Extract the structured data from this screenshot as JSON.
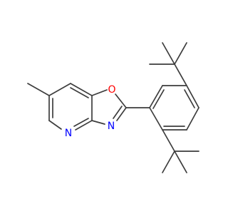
{
  "molecule": {
    "atoms": [
      {
        "id": "O",
        "label": "O",
        "color": "#ff0000"
      },
      {
        "id": "N_oxazole",
        "label": "N",
        "color": "#0000ff"
      },
      {
        "id": "N_pyridine",
        "label": "N",
        "color": "#0000ff"
      }
    ],
    "bond_color": "#3d3d3d",
    "background": "#ffffff"
  }
}
